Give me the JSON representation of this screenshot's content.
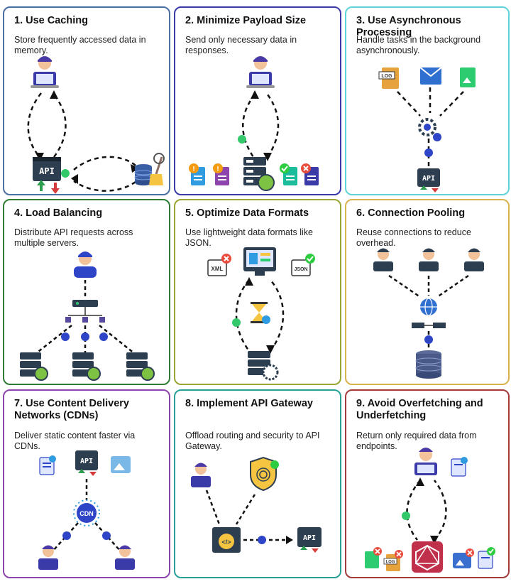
{
  "cards": [
    {
      "title": "1. Use Caching",
      "desc": "Store frequently accessed data in memory.",
      "border": "#4a6fa5"
    },
    {
      "title": "2. Minimize Payload Size",
      "desc": "Send only necessary data in responses.",
      "border": "#3a3aa8"
    },
    {
      "title": "3. Use Asynchronous Processing",
      "desc": "Handle tasks in the background asynchronously.",
      "border": "#5fd3d8"
    },
    {
      "title": "4. Load Balancing",
      "desc": "Distribute API requests across multiple servers.",
      "border": "#2e7d32"
    },
    {
      "title": "5. Optimize Data Formats",
      "desc": "Use lightweight data formats like JSON.",
      "border": "#9aa534"
    },
    {
      "title": "6. Connection Pooling",
      "desc": "Reuse connections to reduce overhead.",
      "border": "#d8b24a"
    },
    {
      "title": "7. Use Content Delivery Networks (CDNs)",
      "desc": "Deliver static content faster via CDNs.",
      "border": "#8e44ad"
    },
    {
      "title": "8. Implement API Gateway",
      "desc": "Offload routing and security to API Gateway.",
      "border": "#2aa198"
    },
    {
      "title": "9. Avoid Overfetching and Underfetching",
      "desc": "Return only required data from endpoints.",
      "border": "#a33b3b"
    }
  ],
  "labels": {
    "api": "API",
    "xml": "XML",
    "json": "JSON",
    "cdn": "CDN",
    "log": "LOG"
  },
  "colors": {
    "accent_green": "#33c96b",
    "accent_blue": "#2f45c7",
    "server_dark": "#2c3e50",
    "error_red": "#e74c3c"
  }
}
